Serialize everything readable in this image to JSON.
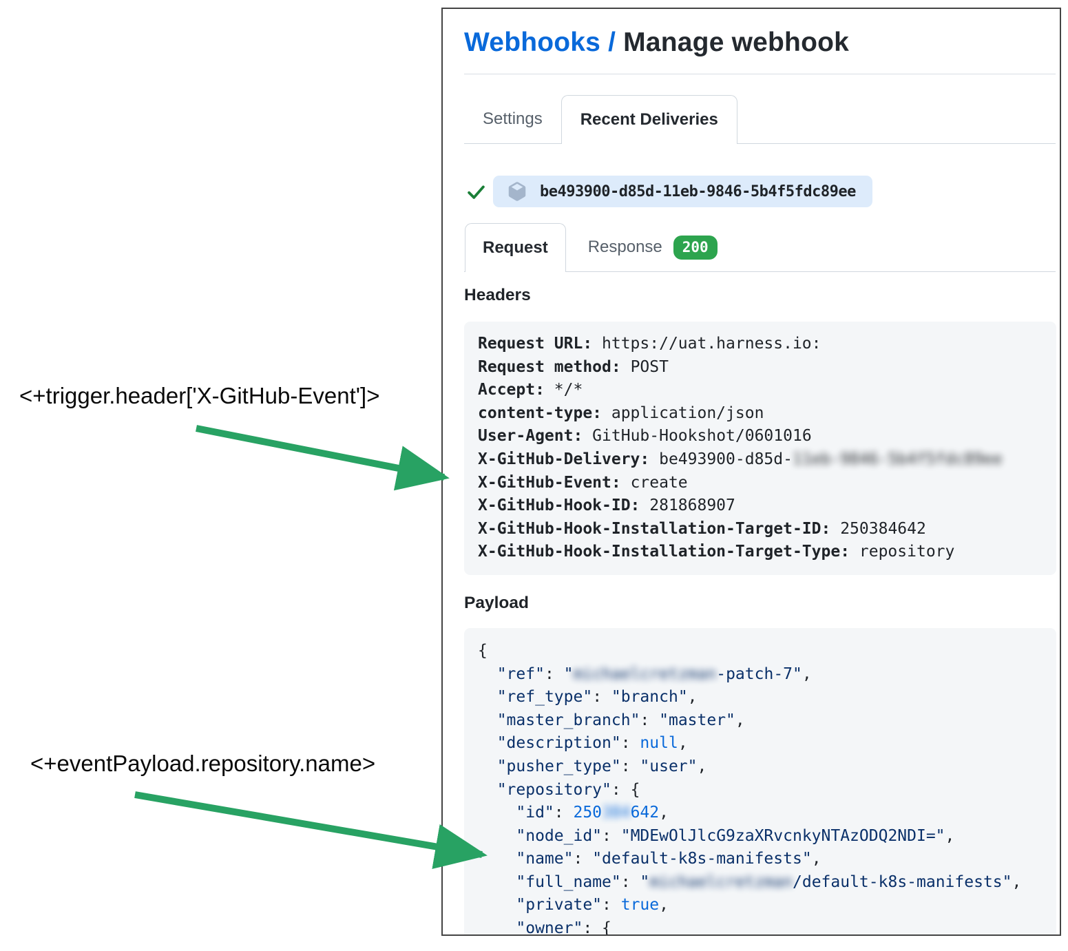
{
  "colors": {
    "link_blue": "#0969da",
    "text_dark": "#24292f",
    "text_gray": "#57606a",
    "badge_green": "#2da44e",
    "check_green": "#1a7f37",
    "arrow_green": "#28a263",
    "pill_bg": "#ddebfb",
    "box_bg": "#f4f6f8",
    "border_gray": "#d0d7de",
    "json_navy": "#0a3069",
    "json_blue": "#0969da"
  },
  "annotations": {
    "trigger_expression": "<+trigger.header['X-GitHub-Event']>",
    "payload_expression": "<+eventPayload.repository.name>"
  },
  "breadcrumb": {
    "link": "Webhooks /",
    "current": " Manage webhook"
  },
  "tabs": {
    "settings": "Settings",
    "recent_deliveries": "Recent Deliveries"
  },
  "delivery": {
    "id": "be493900-d85d-11eb-9846-5b4f5fdc89ee",
    "status_icon": "check-icon",
    "package_icon": "package-icon"
  },
  "subtabs": {
    "request": "Request",
    "response": "Response",
    "response_code": "200"
  },
  "headers_section": {
    "title": "Headers",
    "entries": [
      {
        "key": "Request URL:",
        "value": " https://uat.harness.io:"
      },
      {
        "key": "Request method:",
        "value": " POST"
      },
      {
        "key": "Accept:",
        "value": " */*"
      },
      {
        "key": "content-type:",
        "value": " application/json"
      },
      {
        "key": "User-Agent:",
        "value": " GitHub-Hookshot/0601016"
      },
      {
        "key": "X-GitHub-Delivery:",
        "value": " be493900-d85d-",
        "blurred": "11eb-9846-5b4f5fdc89ee"
      },
      {
        "key": "X-GitHub-Event:",
        "value": " create"
      },
      {
        "key": "X-GitHub-Hook-ID:",
        "value": " 281868907"
      },
      {
        "key": "X-GitHub-Hook-Installation-Target-ID:",
        "value": " 250384642"
      },
      {
        "key": "X-GitHub-Hook-Installation-Target-Type:",
        "value": " repository"
      }
    ]
  },
  "payload_section": {
    "title": "Payload",
    "lines": [
      [
        {
          "t": "{",
          "c": "p"
        }
      ],
      [
        {
          "t": "  ",
          "c": "p"
        },
        {
          "t": "\"ref\"",
          "c": "k"
        },
        {
          "t": ": ",
          "c": "p"
        },
        {
          "t": "\"",
          "c": "s"
        },
        {
          "t": "michaelcretzman",
          "c": "s",
          "blur": true
        },
        {
          "t": "-patch-7\"",
          "c": "s"
        },
        {
          "t": ",",
          "c": "p"
        }
      ],
      [
        {
          "t": "  ",
          "c": "p"
        },
        {
          "t": "\"ref_type\"",
          "c": "k"
        },
        {
          "t": ": ",
          "c": "p"
        },
        {
          "t": "\"branch\"",
          "c": "s"
        },
        {
          "t": ",",
          "c": "p"
        }
      ],
      [
        {
          "t": "  ",
          "c": "p"
        },
        {
          "t": "\"master_branch\"",
          "c": "k"
        },
        {
          "t": ": ",
          "c": "p"
        },
        {
          "t": "\"master\"",
          "c": "s"
        },
        {
          "t": ",",
          "c": "p"
        }
      ],
      [
        {
          "t": "  ",
          "c": "p"
        },
        {
          "t": "\"description\"",
          "c": "k"
        },
        {
          "t": ": ",
          "c": "p"
        },
        {
          "t": "null",
          "c": "b"
        },
        {
          "t": ",",
          "c": "p"
        }
      ],
      [
        {
          "t": "  ",
          "c": "p"
        },
        {
          "t": "\"pusher_type\"",
          "c": "k"
        },
        {
          "t": ": ",
          "c": "p"
        },
        {
          "t": "\"user\"",
          "c": "s"
        },
        {
          "t": ",",
          "c": "p"
        }
      ],
      [
        {
          "t": "  ",
          "c": "p"
        },
        {
          "t": "\"repository\"",
          "c": "k"
        },
        {
          "t": ": {",
          "c": "p"
        }
      ],
      [
        {
          "t": "    ",
          "c": "p"
        },
        {
          "t": "\"id\"",
          "c": "k"
        },
        {
          "t": ": ",
          "c": "p"
        },
        {
          "t": "250",
          "c": "n"
        },
        {
          "t": "384",
          "c": "n",
          "blur": true
        },
        {
          "t": "642",
          "c": "n"
        },
        {
          "t": ",",
          "c": "p"
        }
      ],
      [
        {
          "t": "    ",
          "c": "p"
        },
        {
          "t": "\"node_id\"",
          "c": "k"
        },
        {
          "t": ": ",
          "c": "p"
        },
        {
          "t": "\"MDEwOlJlcG9zaXRvcnkyNTAzODQ2NDI=\"",
          "c": "s"
        },
        {
          "t": ",",
          "c": "p"
        }
      ],
      [
        {
          "t": "    ",
          "c": "p"
        },
        {
          "t": "\"name\"",
          "c": "k"
        },
        {
          "t": ": ",
          "c": "p"
        },
        {
          "t": "\"default-k8s-manifests\"",
          "c": "s"
        },
        {
          "t": ",",
          "c": "p"
        }
      ],
      [
        {
          "t": "    ",
          "c": "p"
        },
        {
          "t": "\"full_name\"",
          "c": "k"
        },
        {
          "t": ": ",
          "c": "p"
        },
        {
          "t": "\"",
          "c": "s"
        },
        {
          "t": "michaelcretzman",
          "c": "s",
          "blur": true
        },
        {
          "t": "/default-k8s-manifests\"",
          "c": "s"
        },
        {
          "t": ",",
          "c": "p"
        }
      ],
      [
        {
          "t": "    ",
          "c": "p"
        },
        {
          "t": "\"private\"",
          "c": "k"
        },
        {
          "t": ": ",
          "c": "p"
        },
        {
          "t": "true",
          "c": "b"
        },
        {
          "t": ",",
          "c": "p"
        }
      ],
      [
        {
          "t": "    ",
          "c": "p"
        },
        {
          "t": "\"owner\"",
          "c": "k"
        },
        {
          "t": ": {",
          "c": "p"
        }
      ]
    ]
  }
}
